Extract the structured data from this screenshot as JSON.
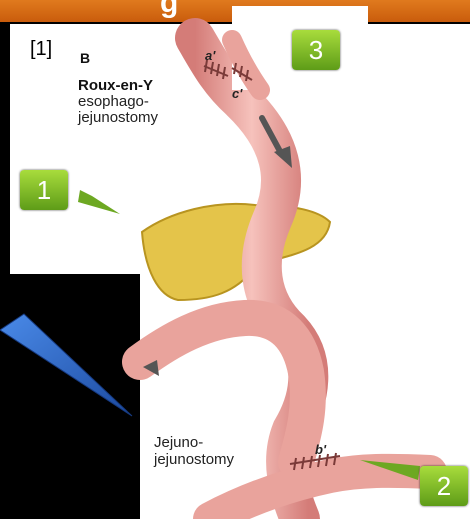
{
  "header": {
    "title_fragment": "g"
  },
  "citation": "[1]",
  "figure": {
    "panel_letter": "B",
    "title": "Roux-en-Y",
    "subtitle": "esophago-\njejunostomy",
    "lower_caption": "Jejuno-\njejunostomy",
    "labels": {
      "a": "a'",
      "c": "c'",
      "b": "b'"
    }
  },
  "callouts": [
    "1",
    "2",
    "3"
  ],
  "colors": {
    "callout_fill": "#7cbf24",
    "bowel": "#e89a94",
    "pancreas": "#e4c44a",
    "header_bar": "#d46a14",
    "pointer_blue": "#2a64c8"
  }
}
